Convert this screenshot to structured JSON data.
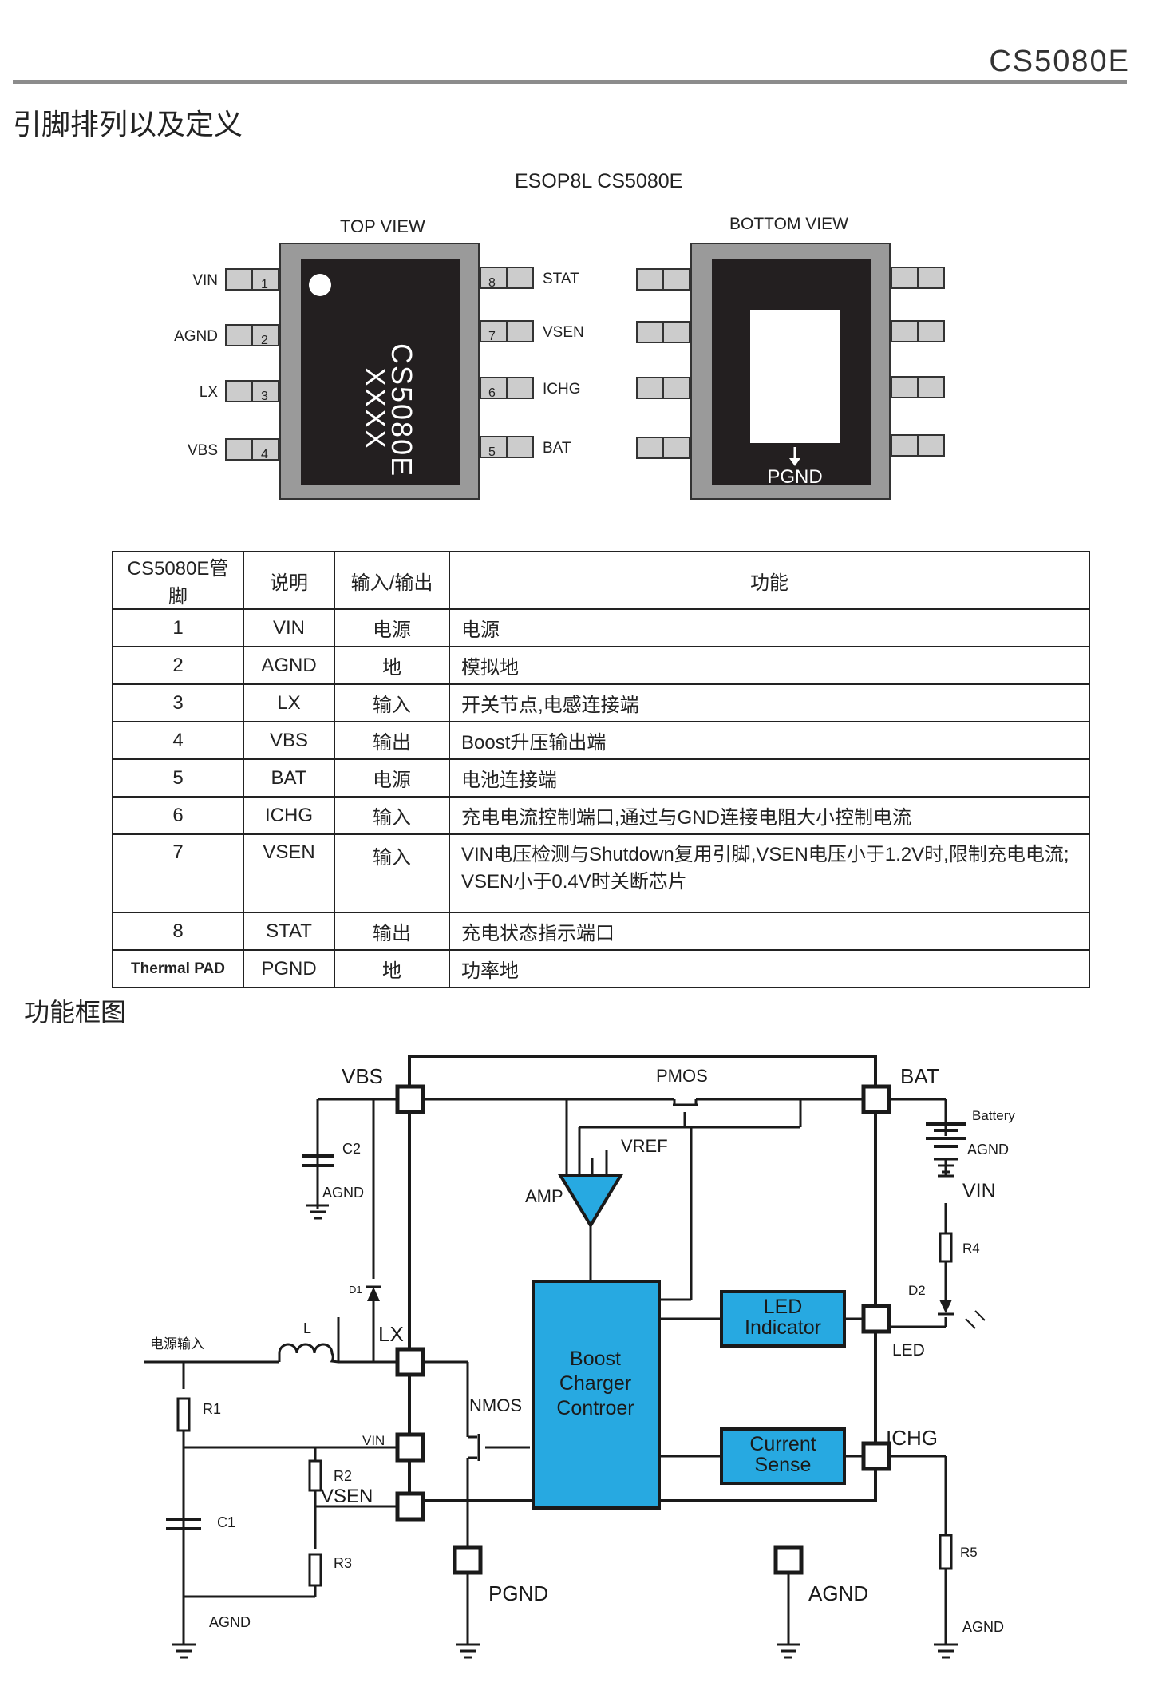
{
  "header": {
    "doc_code": "CS5080E"
  },
  "sections": {
    "pin_title": "引脚排列以及定义",
    "block_title": "功能框图"
  },
  "package": {
    "name": "ESOP8L   CS5080E",
    "top_view_label": "TOP VIEW",
    "bottom_view_label": "BOTTOM VIEW",
    "chip_marking_line1": "CS5080E",
    "chip_marking_line2": "XXXX",
    "bottom_pad_label": "PGND",
    "left_pins": [
      {
        "num": "1",
        "name": "VIN"
      },
      {
        "num": "2",
        "name": "AGND"
      },
      {
        "num": "3",
        "name": "LX"
      },
      {
        "num": "4",
        "name": "VBS"
      }
    ],
    "right_pins": [
      {
        "num": "8",
        "name": "STAT"
      },
      {
        "num": "7",
        "name": "VSEN"
      },
      {
        "num": "6",
        "name": "ICHG"
      },
      {
        "num": "5",
        "name": "BAT"
      }
    ]
  },
  "pin_table": {
    "headers": [
      "CS5080E管脚",
      "说明",
      "输入/输出",
      "功能"
    ],
    "rows": [
      {
        "pin": "1",
        "name": "VIN",
        "io": "电源",
        "func": "电源"
      },
      {
        "pin": "2",
        "name": "AGND",
        "io": "地",
        "func": "模拟地"
      },
      {
        "pin": "3",
        "name": "LX",
        "io": "输入",
        "func": "开关节点,电感连接端"
      },
      {
        "pin": "4",
        "name": "VBS",
        "io": "输出",
        "func": "Boost升压输出端"
      },
      {
        "pin": "5",
        "name": "BAT",
        "io": "电源",
        "func": "电池连接端"
      },
      {
        "pin": "6",
        "name": "ICHG",
        "io": "输入",
        "func": "充电电流控制端口,通过与GND连接电阻大小控制电流"
      },
      {
        "pin": "7",
        "name": "VSEN",
        "io": "输入",
        "func": "VIN电压检测与Shutdown复用引脚,VSEN电压小于1.2V时,限制充电电流;",
        "func2": "VSEN小于0.4V时关断芯片"
      },
      {
        "pin": "8",
        "name": "STAT",
        "io": "输出",
        "func": "充电状态指示端口"
      },
      {
        "pin": "Thermal PAD",
        "name": "PGND",
        "io": "地",
        "func": "功率地"
      }
    ]
  },
  "block_diagram": {
    "pins": {
      "vbs": "VBS",
      "bat": "BAT",
      "lx": "LX",
      "vin": "VIN",
      "vsen": "VSEN",
      "pgnd": "PGND",
      "agnd": "AGND",
      "led": "LED",
      "ichg": "ICHG"
    },
    "blocks": {
      "boost": [
        "Boost",
        "Charger",
        "Controer"
      ],
      "led": [
        "LED",
        "Indicator"
      ],
      "current": [
        "Current",
        "Sense"
      ]
    },
    "labels": {
      "pmos": "PMOS",
      "vref": "VREF",
      "amp": "AMP",
      "nmos": "NMOS",
      "battery": "Battery",
      "agnd": "AGND",
      "vin": "VIN",
      "c1": "C1",
      "c2": "C2",
      "r1": "R1",
      "r2": "R2",
      "r3": "R3",
      "r4": "R4",
      "r5": "R5",
      "d1": "D1",
      "d2": "D2",
      "inductor": "L",
      "power_in": "电源输入"
    },
    "colors": {
      "block_fill": "#27a9e1",
      "block_border": "#1a1a1a"
    }
  }
}
